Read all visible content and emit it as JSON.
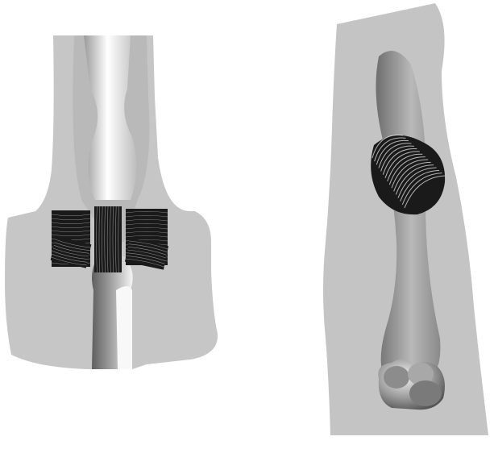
{
  "figure": {
    "panels": [
      {
        "id": "front-view",
        "view": "anterior",
        "fiber_bundle": "cruciate-patch"
      },
      {
        "id": "side-view",
        "view": "lateral",
        "fiber_bundle": "fan-patch"
      }
    ],
    "colors": {
      "background": "#ffffff",
      "soft_tissue": "#c8c8c8",
      "bone_light": "#f4f4f4",
      "bone_dark": "#6f6f6f",
      "fiber": "#1a1a1a",
      "fiber_highlight": "#e8e8e8"
    }
  }
}
